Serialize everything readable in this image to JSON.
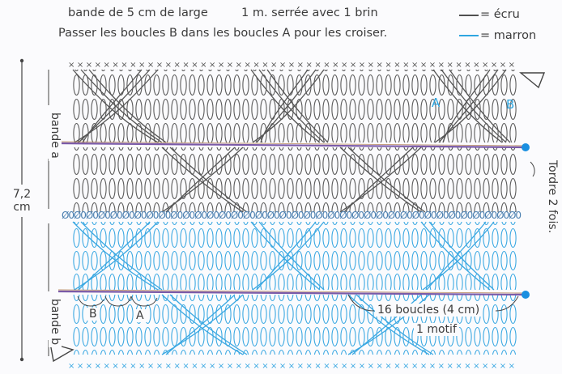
{
  "header": {
    "line1_left": "bande de 5 cm de large",
    "line1_right": "1 m. serrée avec 1 brin",
    "line2": "Passer les boucles B dans les boucles A pour les croiser.",
    "legend_ecru": "= écru",
    "legend_marron": "= marron"
  },
  "labels": {
    "bande_a": "bande a",
    "bande_b": "bande b",
    "height_value": "7,2",
    "height_unit": "cm",
    "tordre": "Tordre 2 fois.",
    "loop_A_top": "A",
    "loop_B_top": "B",
    "loop_B_bottom": "B",
    "loop_A_bottom": "A",
    "boucles": "16 boucles (4 cm)",
    "motif": "1 motif"
  },
  "colors": {
    "ecru": "#505050",
    "marron": "#2ea6e0",
    "blue_dot": "#1a8fe0",
    "center_line_purple": "#7a5aa8"
  },
  "icons": {
    "start_marker_top": "triangle-marker-icon",
    "start_marker_bottom": "triangle-marker-icon",
    "end_dot_top": "blue-dot-icon",
    "end_dot_bottom": "blue-dot-icon"
  }
}
